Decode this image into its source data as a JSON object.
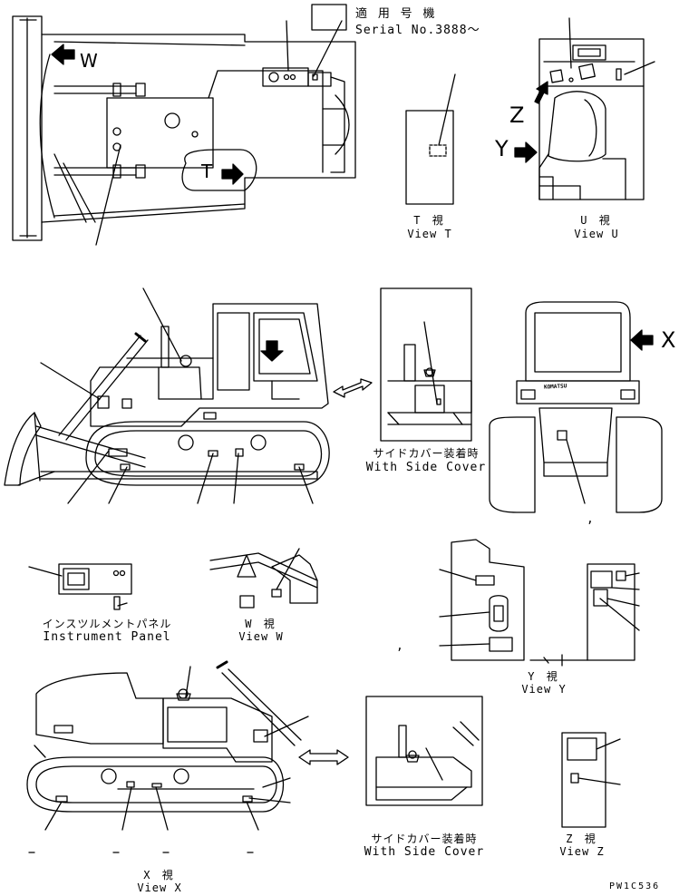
{
  "header": {
    "applicability_label": "適 用 号 機",
    "serial_label": "Serial No.3888～"
  },
  "views": {
    "view_t": {
      "jp": "T  視",
      "en": "View T",
      "marker": "T"
    },
    "view_u": {
      "jp": "U  視",
      "en": "View U"
    },
    "view_w": {
      "jp": "W  視",
      "en": "View W",
      "marker": "W"
    },
    "view_x": {
      "jp": "X  視",
      "en": "View X",
      "marker": "X"
    },
    "view_y": {
      "jp": "Y  視",
      "en": "View Y",
      "marker": "Y"
    },
    "view_z": {
      "jp": "Z  視",
      "en": "View Z",
      "marker": "Z"
    }
  },
  "side_cover_upper": {
    "jp": "サイドカバー装着時",
    "en": "With Side Cover"
  },
  "side_cover_lower": {
    "jp": "サイドカバー装着時",
    "en": "With Side Cover"
  },
  "instrument_panel": {
    "jp": "インスツルメントパネル",
    "en": "Instrument Panel"
  },
  "brand_text": "KOMATSU",
  "drawing_code": "PW1C536",
  "stray_comma": ","
}
